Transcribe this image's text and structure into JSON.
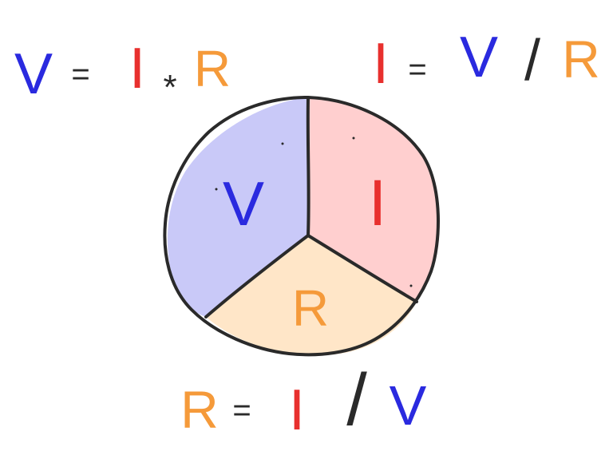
{
  "colors": {
    "voltage": "#2a2adf",
    "current": "#e8302e",
    "resistance": "#f59a3a",
    "ink": "#2a2a2a",
    "voltage_fill": "#c9c9f8",
    "current_fill": "#ffcfcf",
    "resistance_fill": "#ffe6c8"
  },
  "formulas": {
    "top_left": {
      "lhs": "V",
      "eq": "=",
      "a": "I",
      "op": "*",
      "b": "R"
    },
    "top_right": {
      "lhs": "I",
      "eq": "=",
      "a": "V",
      "op": "/",
      "b": "R"
    },
    "bottom": {
      "lhs": "R",
      "eq": "=",
      "a": "I",
      "op": "/",
      "b": "V"
    }
  },
  "wheel": {
    "segments": [
      {
        "label": "V"
      },
      {
        "label": "I"
      },
      {
        "label": "R"
      }
    ]
  }
}
